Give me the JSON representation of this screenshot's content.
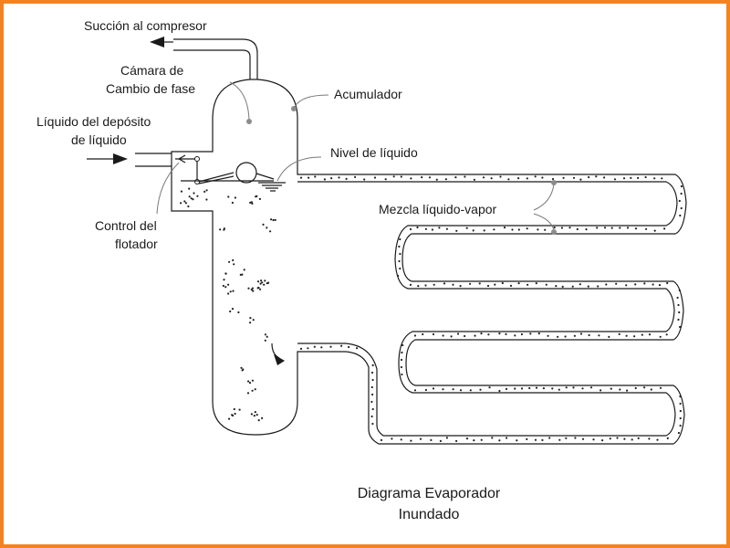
{
  "diagram": {
    "title_line1": "Diagrama Evaporador",
    "title_line2": "Inundado",
    "colors": {
      "frame_border": "#f58220",
      "line": "#1a1a1a",
      "leader": "#8c8c8c"
    }
  },
  "labels": {
    "suction": "Succión al compresor",
    "chamber_line1": "Cámara de",
    "chamber_line2": "Cambio de fase",
    "accumulator": "Acumulador",
    "liquid_in_line1": "Líquido del depósito",
    "liquid_in_line2": "de líquido",
    "liquid_level": "Nivel de líquido",
    "mixture": "Mezcla líquido-vapor",
    "float_line1": "Control del",
    "float_line2": "flotador"
  }
}
